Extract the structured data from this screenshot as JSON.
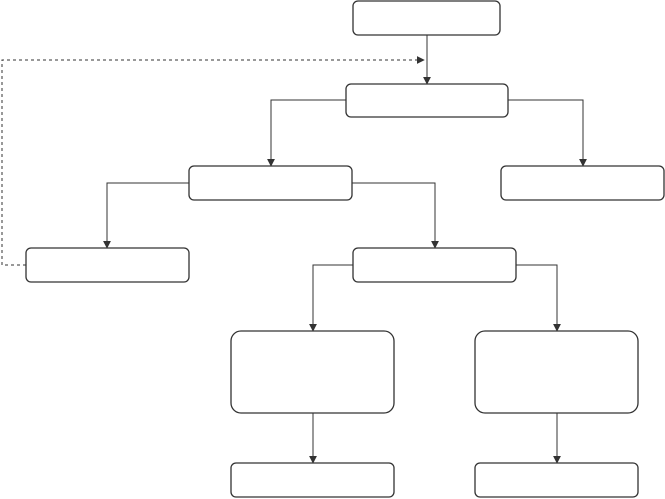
{
  "diagram": {
    "nodes": [
      {
        "id": "top",
        "label": ""
      },
      {
        "id": "root",
        "label": ""
      },
      {
        "id": "left-branch",
        "label": ""
      },
      {
        "id": "right-leaf",
        "label": ""
      },
      {
        "id": "left-leaf",
        "label": ""
      },
      {
        "id": "mid-branch",
        "label": ""
      },
      {
        "id": "left-large",
        "label": ""
      },
      {
        "id": "right-large",
        "label": ""
      },
      {
        "id": "left-bottom",
        "label": ""
      },
      {
        "id": "right-bottom",
        "label": ""
      }
    ],
    "edges": [
      {
        "from": "top",
        "to": "root",
        "style": "solid"
      },
      {
        "from": "root",
        "to": "left-branch",
        "style": "solid"
      },
      {
        "from": "root",
        "to": "right-leaf",
        "style": "solid"
      },
      {
        "from": "left-branch",
        "to": "left-leaf",
        "style": "solid"
      },
      {
        "from": "left-branch",
        "to": "mid-branch",
        "style": "solid"
      },
      {
        "from": "mid-branch",
        "to": "left-large",
        "style": "solid"
      },
      {
        "from": "mid-branch",
        "to": "right-large",
        "style": "solid"
      },
      {
        "from": "left-large",
        "to": "left-bottom",
        "style": "solid"
      },
      {
        "from": "right-large",
        "to": "right-bottom",
        "style": "solid"
      },
      {
        "from": "left-leaf",
        "to": "root",
        "style": "dashed"
      }
    ],
    "colors": {
      "stroke": "#333333",
      "fill": "#ffffff"
    }
  }
}
